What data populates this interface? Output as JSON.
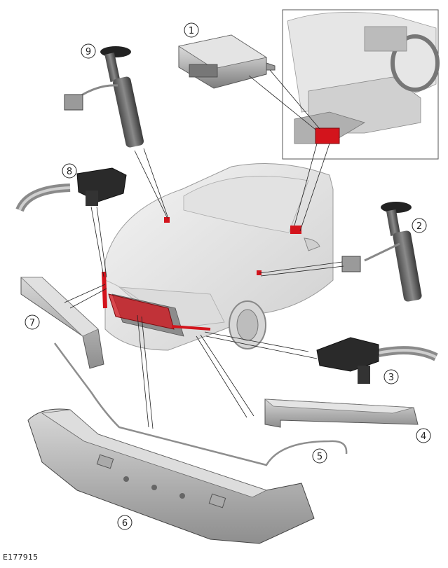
{
  "figure_id": "E177915",
  "callouts": [
    "1",
    "2",
    "3",
    "4",
    "5",
    "6",
    "7",
    "8",
    "9"
  ],
  "colors": {
    "highlight": "#d3141c",
    "part_fill": "#c9c9c9",
    "part_dark": "#6b6b6b",
    "line": "#222222"
  }
}
